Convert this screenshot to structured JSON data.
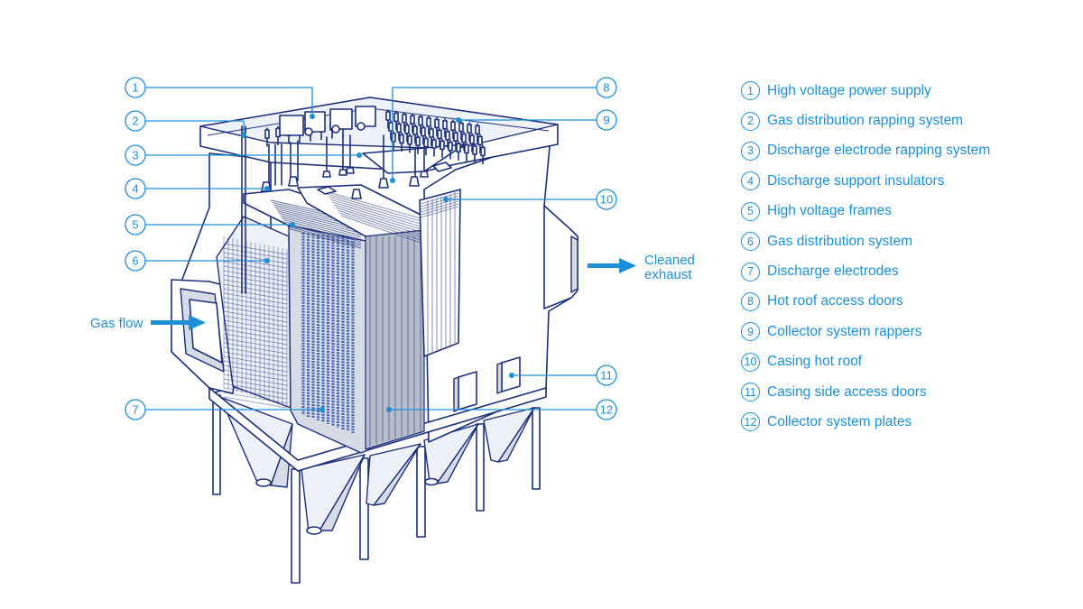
{
  "legend": [
    {
      "num": "1",
      "label": "High voltage power supply"
    },
    {
      "num": "2",
      "label": "Gas distribution rapping system"
    },
    {
      "num": "3",
      "label": "Discharge electrode rapping system"
    },
    {
      "num": "4",
      "label": "Discharge support insulators"
    },
    {
      "num": "5",
      "label": "High voltage frames"
    },
    {
      "num": "6",
      "label": "Gas distribution system"
    },
    {
      "num": "7",
      "label": "Discharge electrodes"
    },
    {
      "num": "8",
      "label": "Hot roof access doors"
    },
    {
      "num": "9",
      "label": "Collector system rappers"
    },
    {
      "num": "10",
      "label": "Casing hot roof"
    },
    {
      "num": "11",
      "label": "Casing side access doors"
    },
    {
      "num": "12",
      "label": "Collector system plates"
    }
  ],
  "flow_labels": {
    "inlet": "Gas flow",
    "outlet_line1": "Cleaned",
    "outlet_line2": "exhaust"
  },
  "colors": {
    "accent": "#1c8fd6",
    "outline": "#1b2f7a"
  }
}
